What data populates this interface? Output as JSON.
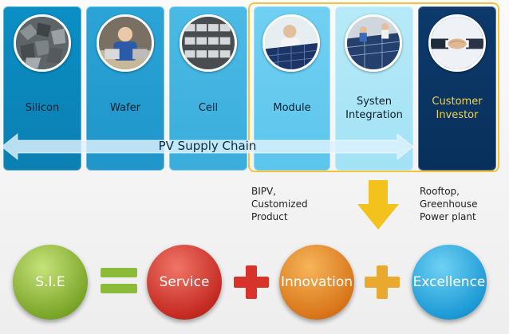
{
  "supply_chain": {
    "stages": [
      {
        "label_lines": [
          "Silicon"
        ]
      },
      {
        "label_lines": [
          "Wafer"
        ]
      },
      {
        "label_lines": [
          "Cell"
        ]
      },
      {
        "label_lines": [
          "Module"
        ]
      },
      {
        "label_lines": [
          "Systen",
          "Integration"
        ]
      },
      {
        "label_lines": [
          "Customer",
          "Investor"
        ]
      }
    ],
    "chain_label": "PV Supply Chain"
  },
  "notes": {
    "module_note_lines": [
      "BIPV,",
      "Customized",
      "Product"
    ],
    "customer_note_lines": [
      "Rooftop,",
      "Greenhouse",
      "Power plant"
    ]
  },
  "equation": {
    "sie": "S.I.E",
    "service": "Service",
    "innovation": "Innovation",
    "excellence": "Excellence"
  },
  "colors": {
    "highlight_border": "#f6c23a",
    "customer_text": "#f4d44a",
    "sie_green": "#7ca72a",
    "service_red": "#c52b23",
    "innovation_orange": "#d9761a",
    "excellence_blue": "#1e9bd6",
    "plus_red": "#d8332a",
    "plus_yellow": "#e8a92e",
    "equals_green": "#8cbb3a",
    "down_arrow_yellow": "#f4c21c"
  },
  "icons": [
    "silicon-photo",
    "wafer-photo",
    "cell-photo",
    "module-photo",
    "system-integration-photo",
    "handshake-photo"
  ]
}
